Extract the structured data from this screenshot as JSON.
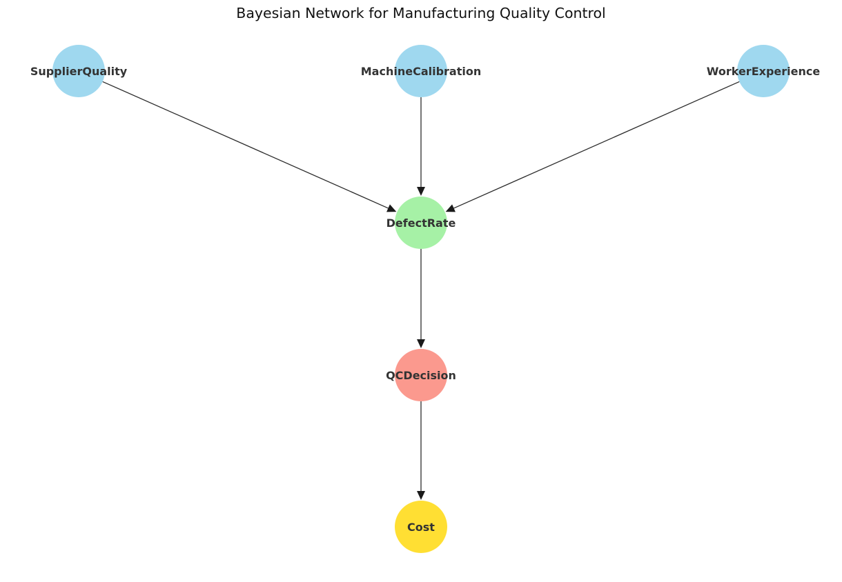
{
  "title": "Bayesian Network for Manufacturing Quality Control",
  "nodes": [
    {
      "id": "SupplierQuality",
      "label": "SupplierQuality",
      "color": "#87ceeb"
    },
    {
      "id": "MachineCalibration",
      "label": "MachineCalibration",
      "color": "#87ceeb"
    },
    {
      "id": "WorkerExperience",
      "label": "WorkerExperience",
      "color": "#87ceeb"
    },
    {
      "id": "DefectRate",
      "label": "DefectRate",
      "color": "#90ee90"
    },
    {
      "id": "QCDecision",
      "label": "QCDecision",
      "color": "#fa8072"
    },
    {
      "id": "Cost",
      "label": "Cost",
      "color": "#ffd700"
    }
  ],
  "edges": [
    {
      "from": "SupplierQuality",
      "to": "DefectRate"
    },
    {
      "from": "MachineCalibration",
      "to": "DefectRate"
    },
    {
      "from": "WorkerExperience",
      "to": "DefectRate"
    },
    {
      "from": "DefectRate",
      "to": "QCDecision"
    },
    {
      "from": "QCDecision",
      "to": "Cost"
    }
  ]
}
